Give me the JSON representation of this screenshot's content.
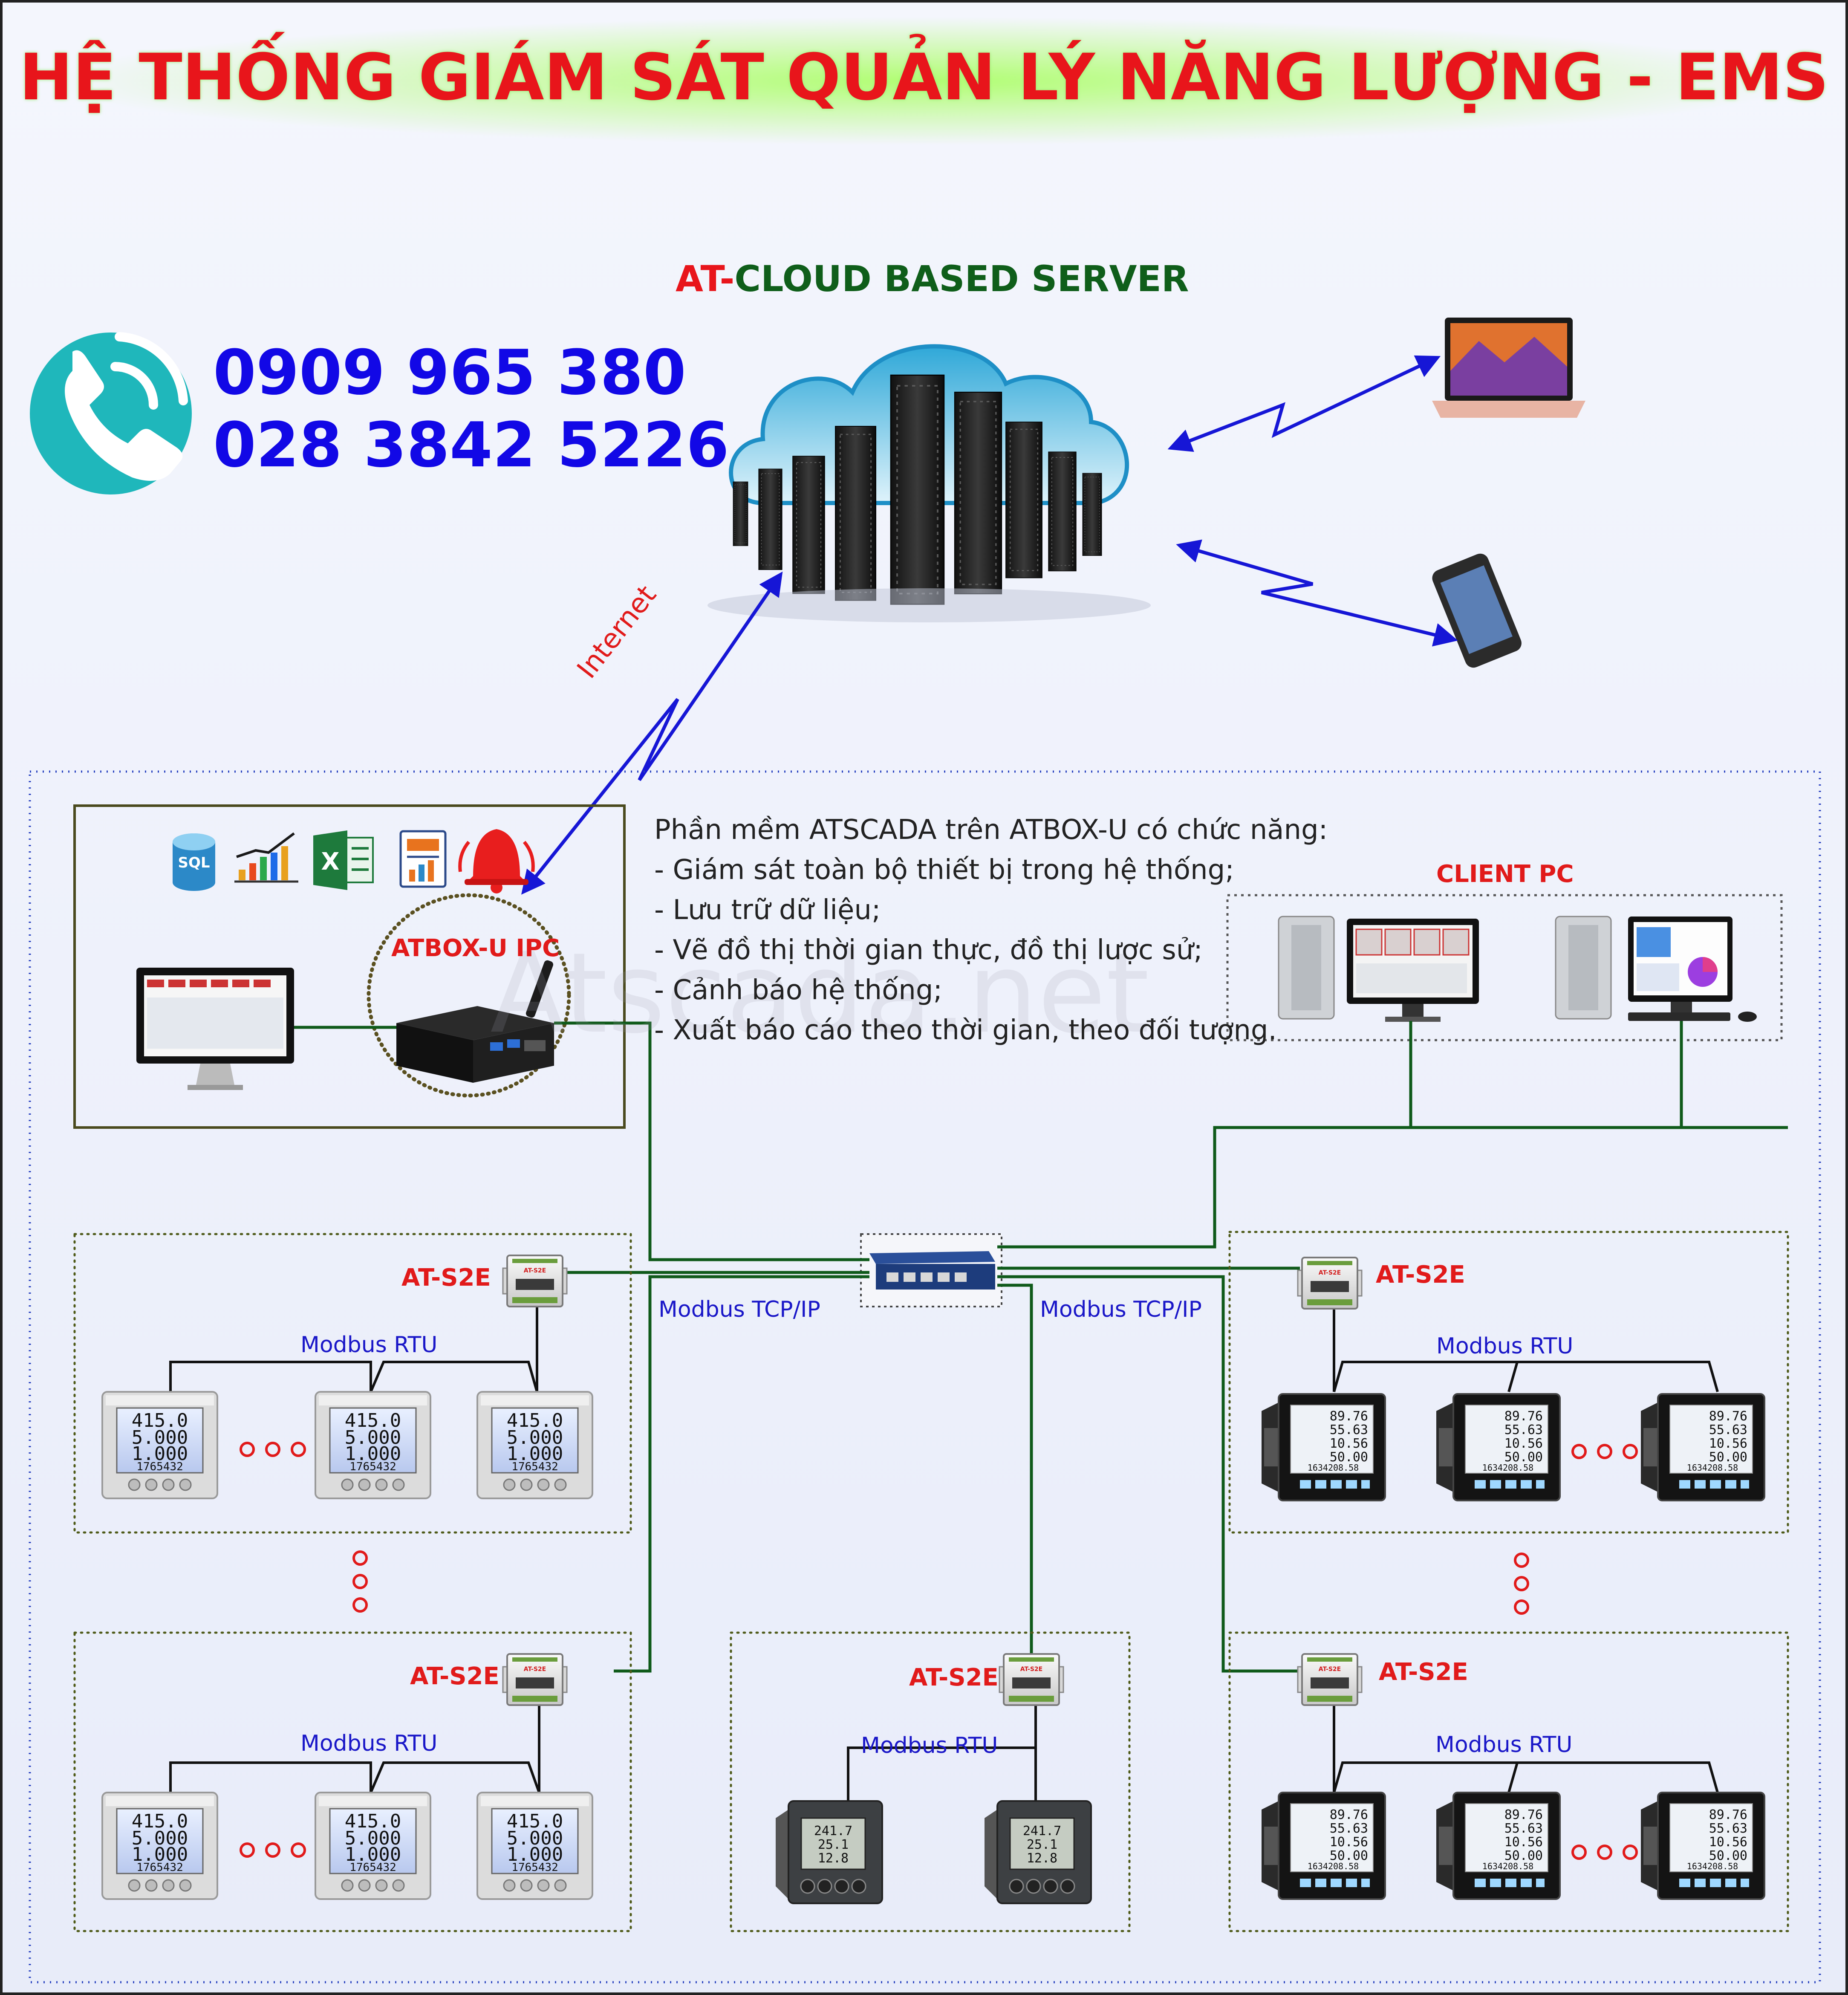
{
  "title": "HỆ THỐNG GIÁM SÁT QUẢN LÝ NĂNG LƯỢNG - EMS",
  "contact": {
    "phone1": "0909 965 380",
    "phone2": "028 3842 5226",
    "icon": "phone-call-icon",
    "icon_color": "#1fb7bb"
  },
  "cloud": {
    "title_prefix": "AT-",
    "title_main": "CLOUD BASED SERVER"
  },
  "internet_label": "Internet",
  "atbox": {
    "label": "ATBOX-U IPC",
    "software_icons": [
      "sql-database-icon",
      "trend-chart-icon",
      "excel-icon",
      "report-icon",
      "alarm-bell-icon"
    ]
  },
  "description": {
    "heading": "Phần mềm ATSCADA trên ATBOX-U có chức năng:",
    "items": [
      "- Giám sát toàn bộ thiết bị trong hệ thống;",
      "- Lưu trữ dữ liệu;",
      "- Vẽ đồ thị thời gian thực, đồ thị lược sử;",
      "- Cảnh báo hệ thống;",
      "- Xuất báo cáo theo thời gian, theo đối tượng."
    ]
  },
  "watermark": "Atscada.net",
  "client_pc_label": "CLIENT PC",
  "modbus_tcp": "Modbus TCP/IP",
  "modbus_rtu": "Modbus RTU",
  "gateway_label": "AT-S2E",
  "gateway_face": "AT-S2E",
  "meter_a": {
    "l1": "415.0",
    "l2": "5.000",
    "l3": "1.000",
    "l4": "1765432"
  },
  "meter_b": {
    "l1": "89.76",
    "l2": "55.63",
    "l3": "10.56",
    "l4": "50.00",
    "l5": "1634208.58"
  },
  "meter_c": {
    "l1": "241.7",
    "l2": "25.1",
    "l3": "12.8"
  },
  "colors": {
    "title": "#e8151b",
    "phone": "#1208e6",
    "wire": "#0f5a1a",
    "radio": "#1616d6",
    "label_red": "#e11a1a",
    "label_blue": "#1a17c8"
  }
}
